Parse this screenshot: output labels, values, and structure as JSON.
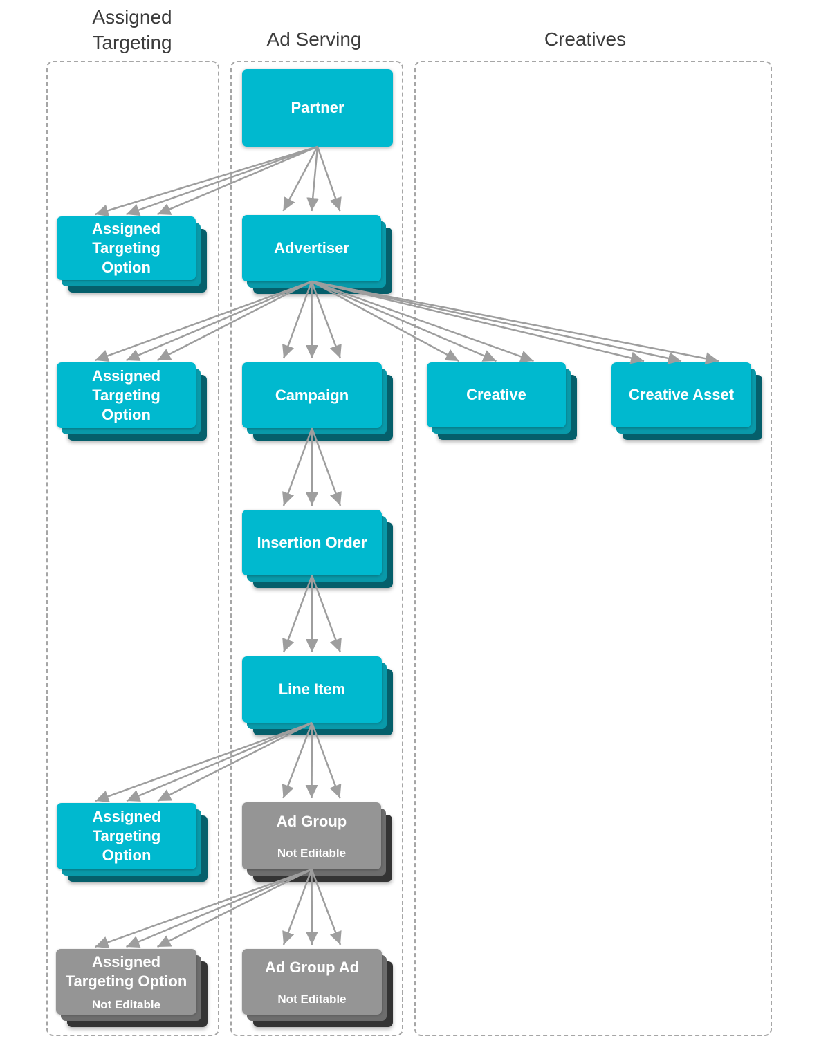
{
  "diagram": {
    "columns": {
      "assigned_targeting": {
        "title": "Assigned Targeting"
      },
      "ad_serving": {
        "title": "Ad Serving"
      },
      "creatives": {
        "title": "Creatives"
      }
    },
    "nodes": {
      "partner": {
        "label": "Partner"
      },
      "ato_partner": {
        "label": "Assigned Targeting Option"
      },
      "advertiser": {
        "label": "Advertiser"
      },
      "ato_advertiser": {
        "label": "Assigned Targeting Option"
      },
      "campaign": {
        "label": "Campaign"
      },
      "creative": {
        "label": "Creative"
      },
      "creative_asset": {
        "label": "Creative Asset"
      },
      "insertion_order": {
        "label": "Insertion Order"
      },
      "line_item": {
        "label": "Line Item"
      },
      "ato_line_item": {
        "label": "Assigned Targeting Option"
      },
      "ad_group": {
        "label": "Ad Group",
        "sublabel": "Not Editable"
      },
      "ato_ad_group": {
        "label": "Assigned Targeting Option",
        "sublabel": "Not Editable"
      },
      "ad_group_ad": {
        "label": "Ad Group Ad",
        "sublabel": "Not Editable"
      }
    },
    "edges": [
      {
        "from": "partner",
        "to": "ato_partner"
      },
      {
        "from": "partner",
        "to": "advertiser"
      },
      {
        "from": "advertiser",
        "to": "ato_advertiser"
      },
      {
        "from": "advertiser",
        "to": "campaign"
      },
      {
        "from": "advertiser",
        "to": "creative"
      },
      {
        "from": "advertiser",
        "to": "creative_asset"
      },
      {
        "from": "campaign",
        "to": "insertion_order"
      },
      {
        "from": "insertion_order",
        "to": "line_item"
      },
      {
        "from": "line_item",
        "to": "ato_line_item"
      },
      {
        "from": "line_item",
        "to": "ad_group"
      },
      {
        "from": "ad_group",
        "to": "ato_ad_group"
      },
      {
        "from": "ad_group",
        "to": "ad_group_ad"
      }
    ],
    "colors": {
      "editable_front": "#00b9cf",
      "editable_mid": "#0999a9",
      "editable_back": "#055f6b",
      "not_editable_front": "#959595",
      "not_editable_mid": "#6d6d6d",
      "not_editable_back": "#343434",
      "arrow": "#9e9e9e",
      "column_border": "#a6a6a6",
      "title_text": "#3c3c3c",
      "node_text": "#ffffff"
    }
  }
}
